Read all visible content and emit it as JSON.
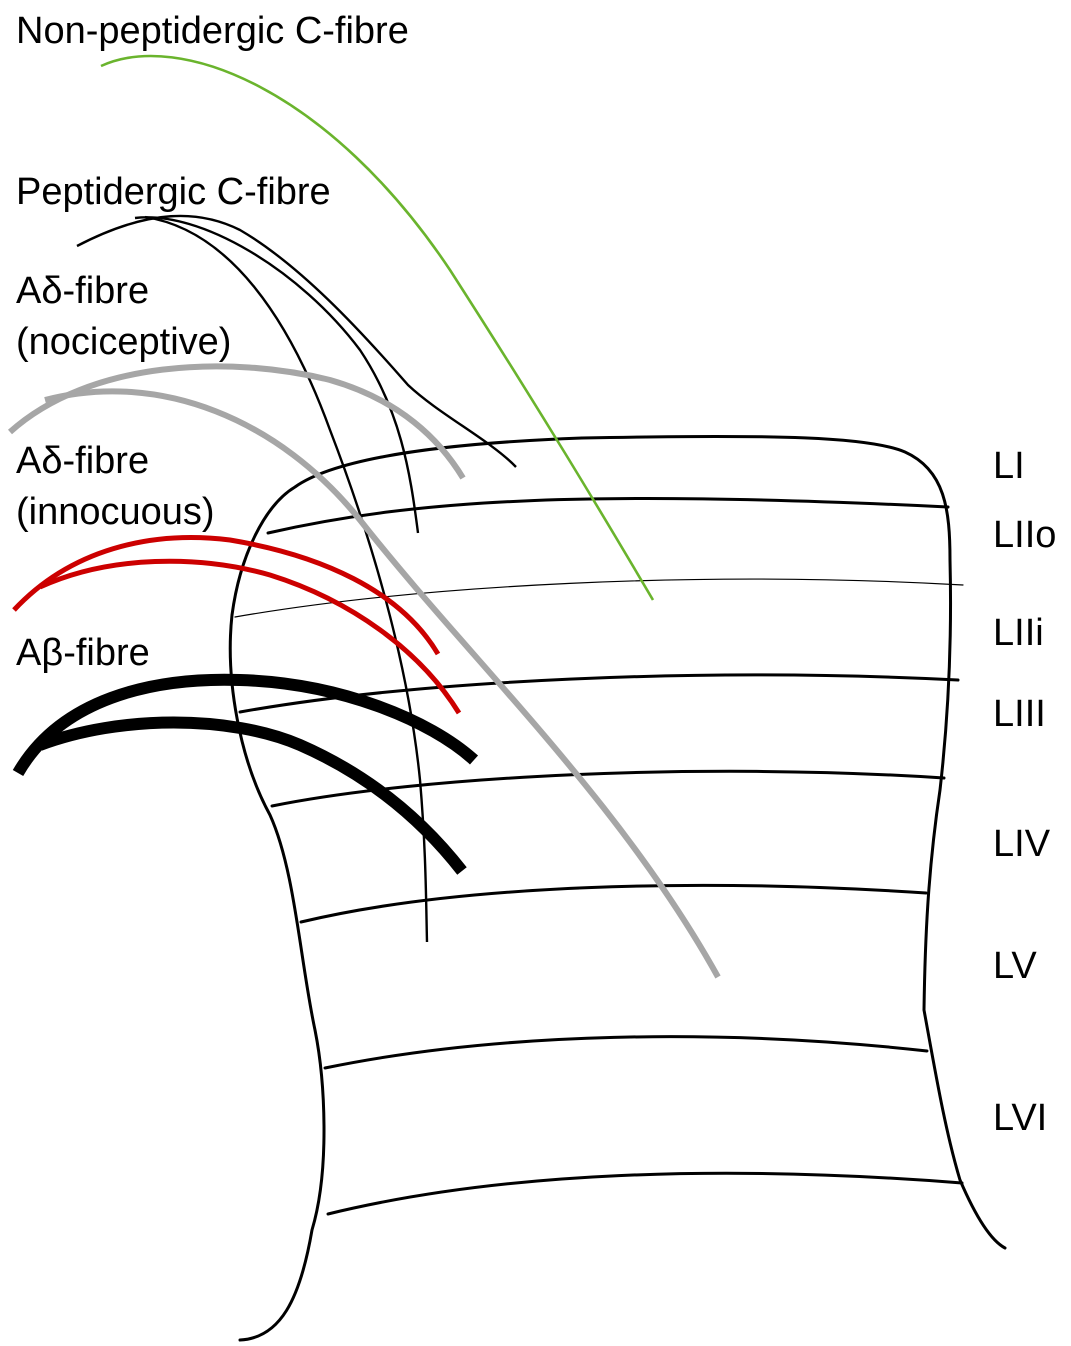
{
  "fibres": [
    {
      "key": "non_peptidergic_c",
      "label_lines": [
        "Non-peptidergic C-fibre"
      ],
      "color": "#6ab42d"
    },
    {
      "key": "peptidergic_c",
      "label_lines": [
        "Peptidergic C-fibre"
      ],
      "color": "#000000"
    },
    {
      "key": "a_delta_nociceptive",
      "label_lines": [
        "Aδ-fibre",
        "(nociceptive)"
      ],
      "color": "#a6a6a6"
    },
    {
      "key": "a_delta_innocuous",
      "label_lines": [
        "Aδ-fibre",
        "(innocuous)"
      ],
      "color": "#cc0000"
    },
    {
      "key": "a_beta",
      "label_lines": [
        "Aβ-fibre"
      ],
      "color": "#000000"
    }
  ],
  "laminae": [
    "LI",
    "LIIo",
    "LIIi",
    "LIII",
    "LIV",
    "LV",
    "LVI"
  ],
  "colors": {
    "outline": "#000000",
    "background": "#ffffff"
  }
}
